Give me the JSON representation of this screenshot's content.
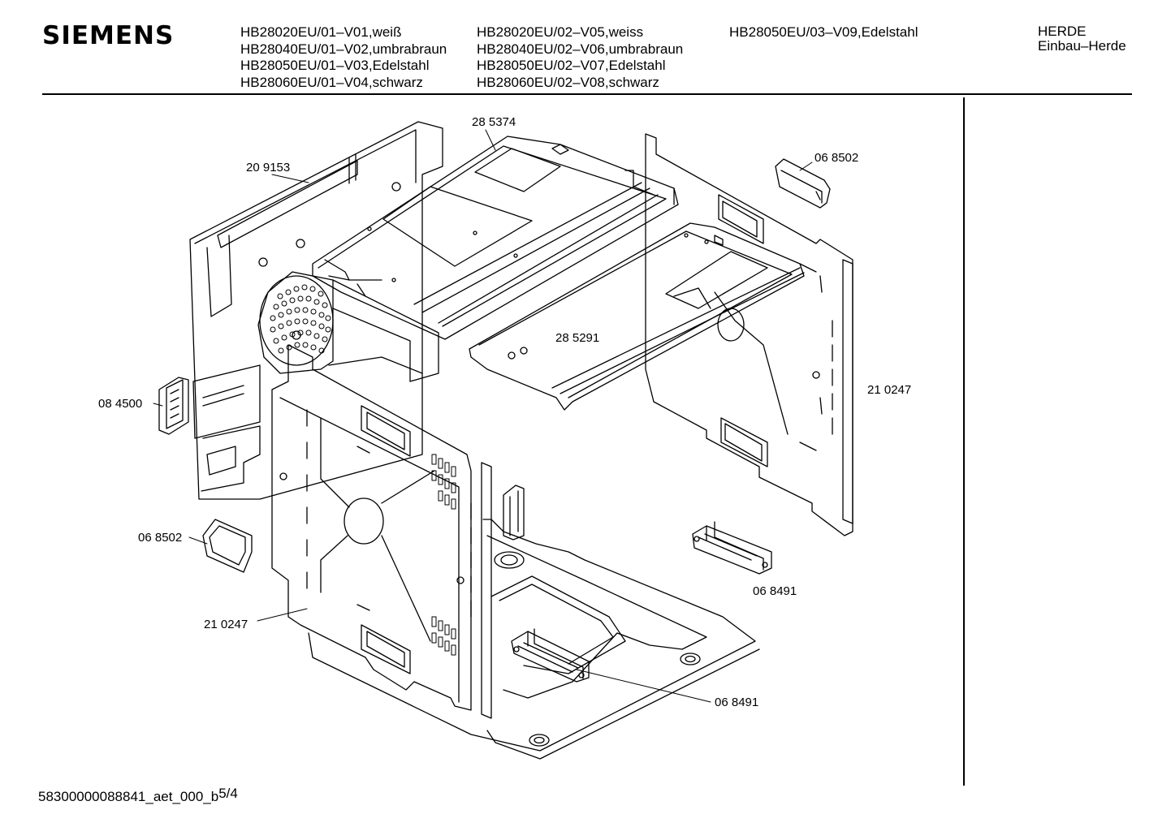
{
  "header": {
    "brand": "SIEMENS",
    "models_col1": [
      "HB28020EU/01–V01,weiß",
      "HB28040EU/01–V02,umbrabraun",
      "HB28050EU/01–V03,Edelstahl",
      "HB28060EU/01–V04,schwarz"
    ],
    "models_col2": [
      "HB28020EU/02–V05,weiss",
      "HB28040EU/02–V06,umbrabraun",
      "HB28050EU/02–V07,Edelstahl",
      "HB28060EU/02–V08,schwarz"
    ],
    "models_col3": [
      "HB28050EU/03–V09,Edelstahl"
    ],
    "category": "HERDE",
    "subcategory": "Einbau–Herde"
  },
  "parts": {
    "p285374": "28 5374",
    "p209153": "20 9153",
    "p068502_top": "06 8502",
    "p285291": "28 5291",
    "p210247_right": "21 0247",
    "p084500": "08 4500",
    "p068502_left": "06 8502",
    "p068491_right": "06 8491",
    "p210247_left": "21 0247",
    "p068491_bottom": "06 8491"
  },
  "footer": {
    "doc_id": "58300000088841_aet_000_b",
    "page": "5/4"
  }
}
